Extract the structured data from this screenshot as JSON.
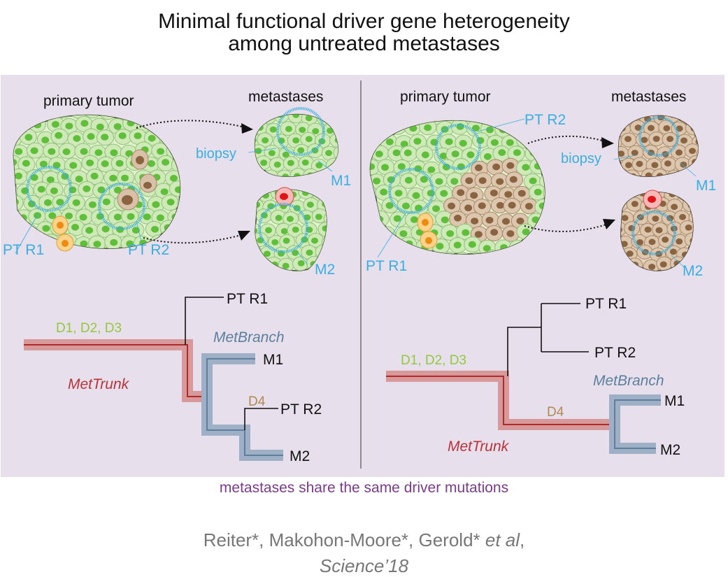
{
  "title": {
    "line1": "Minimal functional driver gene heterogeneity",
    "line2": "among untreated metastases"
  },
  "left": {
    "primary_label": "primary tumor",
    "met_label": "metastases",
    "biopsy": "biopsy",
    "pt_r1": "PT R1",
    "pt_r2": "PT R2",
    "m1": "M1",
    "m2": "M2",
    "tree": {
      "drivers": "D1, D2, D3",
      "d4": "D4",
      "trunk": "MetTrunk",
      "branch": "MetBranch",
      "pt_r1": "PT R1",
      "pt_r2": "PT R2",
      "m1": "M1",
      "m2": "M2"
    }
  },
  "right": {
    "primary_label": "primary tumor",
    "met_label": "metastases",
    "biopsy": "biopsy",
    "pt_r1": "PT R1",
    "pt_r2": "PT R2",
    "m1": "M1",
    "m2": "M2",
    "tree": {
      "drivers": "D1, D2, D3",
      "d4": "D4",
      "trunk": "MetTrunk",
      "branch": "MetBranch",
      "pt_r1": "PT R1",
      "pt_r2": "PT R2",
      "m1": "M1",
      "m2": "M2"
    }
  },
  "caption": "metastases share the same driver mutations",
  "citation": {
    "authors": "Reiter*, Makohon-Moore*, Gerold* ",
    "etal": "et al",
    "comma": ",",
    "journal": "Science’18"
  },
  "colors": {
    "panel": "#e7e0ec",
    "green": "#5fbf3a",
    "brown": "#8a6440",
    "blue": "#3aaee0",
    "trunk": "#c0392b",
    "branch": "#5d7f9e",
    "caption": "#7d3a8e"
  }
}
